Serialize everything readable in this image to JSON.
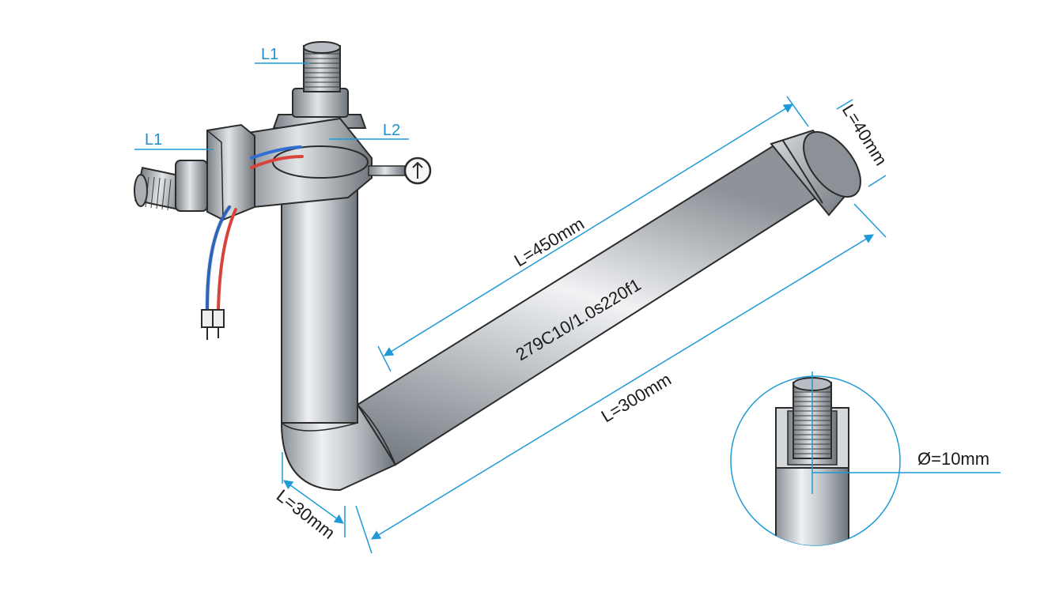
{
  "colors": {
    "dimension_line": "#1f9ad6",
    "pipe_light": "#e6e9ec",
    "pipe_mid": "#b7bdc3",
    "pipe_dark": "#6c737a",
    "outline": "#2b2b2b",
    "wire_blue": "#2f6fd1",
    "wire_red": "#d9443a",
    "background": "#ffffff"
  },
  "labels": {
    "l1_top": "L1",
    "l1_left": "L1",
    "l2": "L2"
  },
  "dimensions": {
    "long_top": "L=450mm",
    "long_bottom": "L=300mm",
    "end_cap": "L=40mm",
    "bend": "L=30mm",
    "diameter": "Ø=10mm"
  },
  "pipe_marking": "279C10/1.0s220f1",
  "icons": {
    "gauge": "gauge-icon",
    "fitting": "threaded-fitting-icon"
  }
}
